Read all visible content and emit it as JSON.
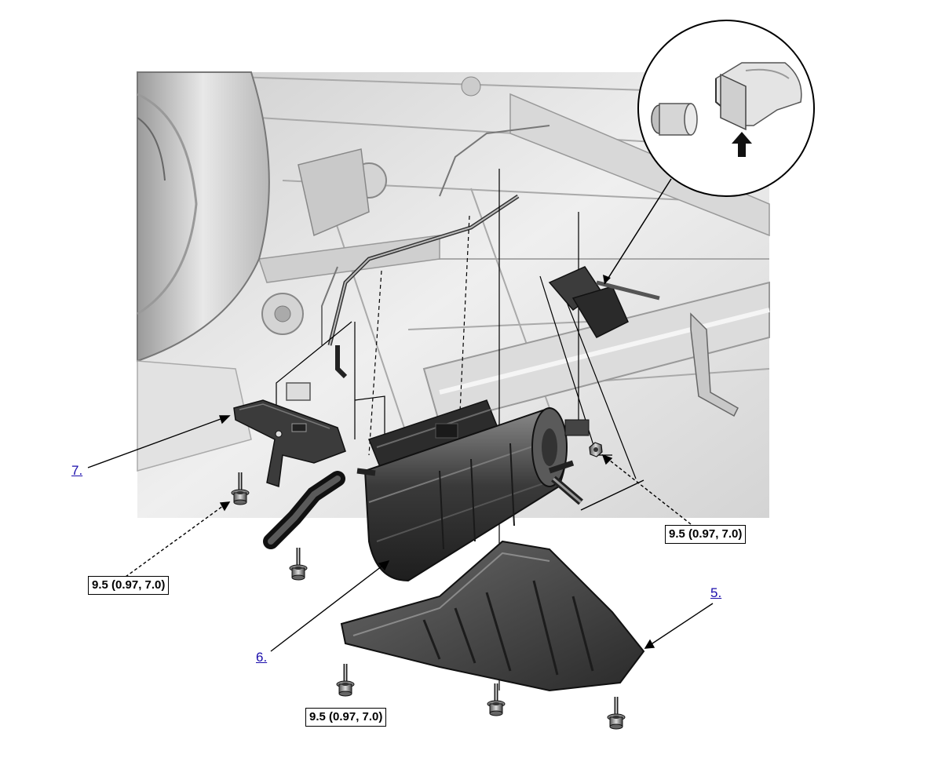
{
  "callouts": {
    "item_7": "7.",
    "item_6": "6.",
    "item_5": "5."
  },
  "torque_specs": {
    "left": "9.5 (0.97, 7.0)",
    "right": "9.5 (0.97, 7.0)",
    "bottom": "9.5 (0.97, 7.0)"
  },
  "icons": [
    "bolt-icon",
    "nut-icon",
    "arrow-up-icon"
  ],
  "colors": {
    "link": "#1a0dab",
    "line": "#000000",
    "part_dark": "#3c3c3c",
    "body_light": "#e6e6e6"
  }
}
